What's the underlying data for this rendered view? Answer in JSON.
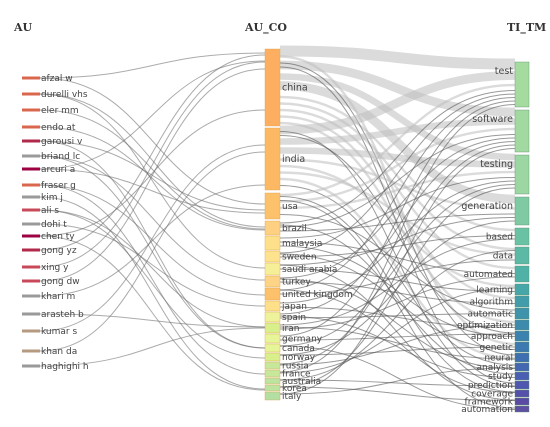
{
  "columns": {
    "au": "AU",
    "au_co": "AU_CO",
    "ti_tm": "TI_TM"
  },
  "au_nodes": [
    {
      "label": "afzal w",
      "color": "#d9674e"
    },
    {
      "label": "durelli vhs",
      "color": "#d9674e"
    },
    {
      "label": "eler mm",
      "color": "#d9674e"
    },
    {
      "label": "endo at",
      "color": "#d9674e"
    },
    {
      "label": "garousi v",
      "color": "#b22a4a"
    },
    {
      "label": "briand lc",
      "color": "#9a9a9a"
    },
    {
      "label": "arcuri a",
      "color": "#9e0142"
    },
    {
      "label": "fraser g",
      "color": "#d9674e"
    },
    {
      "label": "kim j",
      "color": "#9a9a9a"
    },
    {
      "label": "ali s",
      "color": "#c84a5a"
    },
    {
      "label": "dohi t",
      "color": "#9a9a9a"
    },
    {
      "label": "chen ty",
      "color": "#9e0142"
    },
    {
      "label": "gong yz",
      "color": "#b22a4a"
    },
    {
      "label": "xing y",
      "color": "#c84a5a"
    },
    {
      "label": "gong dw",
      "color": "#c84a5a"
    },
    {
      "label": "khari m",
      "color": "#9a9a9a"
    },
    {
      "label": "arasteh b",
      "color": "#9a9a9a"
    },
    {
      "label": "kumar s",
      "color": "#b59a80"
    },
    {
      "label": "khan da",
      "color": "#b59a80"
    },
    {
      "label": "haghighi h",
      "color": "#9a9a9a"
    }
  ],
  "co_nodes": [
    {
      "label": "china",
      "color": "#fdae61"
    },
    {
      "label": "india",
      "color": "#fdb863"
    },
    {
      "label": "usa",
      "color": "#fdc06b"
    },
    {
      "label": "brazil",
      "color": "#fdd082"
    },
    {
      "label": "malaysia",
      "color": "#fee08b"
    },
    {
      "label": "sweden",
      "color": "#fee38e"
    },
    {
      "label": "saudi arabia",
      "color": "#f5ef97"
    },
    {
      "label": "turkey",
      "color": "#fdd385"
    },
    {
      "label": "united kingdom",
      "color": "#fdc06b"
    },
    {
      "label": "japan",
      "color": "#fee08b"
    },
    {
      "label": "spain",
      "color": "#eef29a"
    },
    {
      "label": "iran",
      "color": "#d9ef8b"
    },
    {
      "label": "germany",
      "color": "#e6f598"
    },
    {
      "label": "canada",
      "color": "#e6f598"
    },
    {
      "label": "norway",
      "color": "#d9ef8b"
    },
    {
      "label": "russia",
      "color": "#c7e89b"
    },
    {
      "label": "france",
      "color": "#c7e89b"
    },
    {
      "label": "australia",
      "color": "#bde3a0"
    },
    {
      "label": "korea",
      "color": "#bde3a0"
    },
    {
      "label": "italy",
      "color": "#b3dfa3"
    }
  ],
  "tm_nodes": [
    {
      "label": "test",
      "color": "#a6dba0"
    },
    {
      "label": "software",
      "color": "#a2d9a1"
    },
    {
      "label": "testing",
      "color": "#9cd6a2"
    },
    {
      "label": "generation",
      "color": "#7fcaa3"
    },
    {
      "label": "based",
      "color": "#6ac2a5"
    },
    {
      "label": "data",
      "color": "#5cb9a6"
    },
    {
      "label": "automated",
      "color": "#50b1a6"
    },
    {
      "label": "learning",
      "color": "#47a6a8"
    },
    {
      "label": "algorithm",
      "color": "#429ca9"
    },
    {
      "label": "automatic",
      "color": "#3f93ab"
    },
    {
      "label": "optimization",
      "color": "#3d8aad"
    },
    {
      "label": "approach",
      "color": "#3c82ae"
    },
    {
      "label": "genetic",
      "color": "#3b79b0"
    },
    {
      "label": "neural",
      "color": "#3e70b1"
    },
    {
      "label": "analysis",
      "color": "#4467b2"
    },
    {
      "label": "study",
      "color": "#4a5fb1"
    },
    {
      "label": "prediction",
      "color": "#5057ae"
    },
    {
      "label": "coverage",
      "color": "#5550a9"
    },
    {
      "label": "framework",
      "color": "#5a4aa3"
    },
    {
      "label": "automation",
      "color": "#5e4fa2"
    }
  ],
  "author_links": [
    [
      0,
      0
    ],
    [
      0,
      2
    ],
    [
      1,
      3
    ],
    [
      1,
      6
    ],
    [
      2,
      3
    ],
    [
      3,
      3
    ],
    [
      4,
      13
    ],
    [
      4,
      2
    ],
    [
      5,
      13
    ],
    [
      5,
      7
    ],
    [
      6,
      2
    ],
    [
      6,
      0
    ],
    [
      7,
      16
    ],
    [
      7,
      8
    ],
    [
      8,
      18
    ],
    [
      9,
      14
    ],
    [
      9,
      11
    ],
    [
      10,
      9
    ],
    [
      11,
      0
    ],
    [
      11,
      18
    ],
    [
      12,
      0
    ],
    [
      13,
      0
    ],
    [
      14,
      0
    ],
    [
      15,
      1
    ],
    [
      16,
      11
    ],
    [
      17,
      1
    ],
    [
      18,
      1
    ],
    [
      19,
      11
    ]
  ],
  "country_links": [
    [
      0,
      0,
      5
    ],
    [
      0,
      1,
      4
    ],
    [
      0,
      2,
      3
    ],
    [
      0,
      3,
      4
    ],
    [
      0,
      4,
      2
    ],
    [
      0,
      5,
      2
    ],
    [
      0,
      6,
      2
    ],
    [
      0,
      8,
      2
    ],
    [
      0,
      10,
      2
    ],
    [
      0,
      12,
      2
    ],
    [
      0,
      13,
      1
    ],
    [
      0,
      16,
      1
    ],
    [
      1,
      0,
      4
    ],
    [
      1,
      1,
      3
    ],
    [
      1,
      2,
      3
    ],
    [
      1,
      3,
      2
    ],
    [
      1,
      7,
      2
    ],
    [
      1,
      5,
      2
    ],
    [
      1,
      13,
      2
    ],
    [
      1,
      14,
      1
    ],
    [
      1,
      16,
      1
    ],
    [
      1,
      11,
      1
    ],
    [
      2,
      0,
      2
    ],
    [
      2,
      1,
      2
    ],
    [
      2,
      2,
      2
    ],
    [
      2,
      9,
      1
    ],
    [
      2,
      17,
      1
    ],
    [
      2,
      19,
      1
    ],
    [
      3,
      0,
      1
    ],
    [
      3,
      1,
      1
    ],
    [
      3,
      3,
      1
    ],
    [
      3,
      15,
      1
    ],
    [
      4,
      2,
      1
    ],
    [
      4,
      6,
      1
    ],
    [
      4,
      11,
      1
    ],
    [
      5,
      0,
      1
    ],
    [
      5,
      4,
      1
    ],
    [
      5,
      12,
      1
    ],
    [
      6,
      3,
      1
    ],
    [
      6,
      7,
      1
    ],
    [
      6,
      18,
      1
    ],
    [
      7,
      1,
      1
    ],
    [
      7,
      8,
      1
    ],
    [
      7,
      14,
      1
    ],
    [
      8,
      0,
      1
    ],
    [
      8,
      5,
      1
    ],
    [
      8,
      17,
      1
    ],
    [
      9,
      2,
      1
    ],
    [
      9,
      10,
      1
    ],
    [
      10,
      1,
      1
    ],
    [
      10,
      9,
      1
    ],
    [
      10,
      15,
      1
    ],
    [
      11,
      4,
      1
    ],
    [
      11,
      6,
      1
    ],
    [
      11,
      13,
      1
    ],
    [
      12,
      0,
      1
    ],
    [
      12,
      11,
      1
    ],
    [
      13,
      2,
      1
    ],
    [
      13,
      19,
      1
    ],
    [
      14,
      3,
      1
    ],
    [
      14,
      12,
      1
    ],
    [
      15,
      1,
      1
    ],
    [
      15,
      10,
      1
    ],
    [
      16,
      0,
      1
    ],
    [
      16,
      7,
      1
    ],
    [
      17,
      5,
      1
    ],
    [
      17,
      16,
      1
    ],
    [
      18,
      2,
      1
    ],
    [
      18,
      18,
      1
    ],
    [
      19,
      1,
      1
    ],
    [
      19,
      14,
      1
    ]
  ]
}
